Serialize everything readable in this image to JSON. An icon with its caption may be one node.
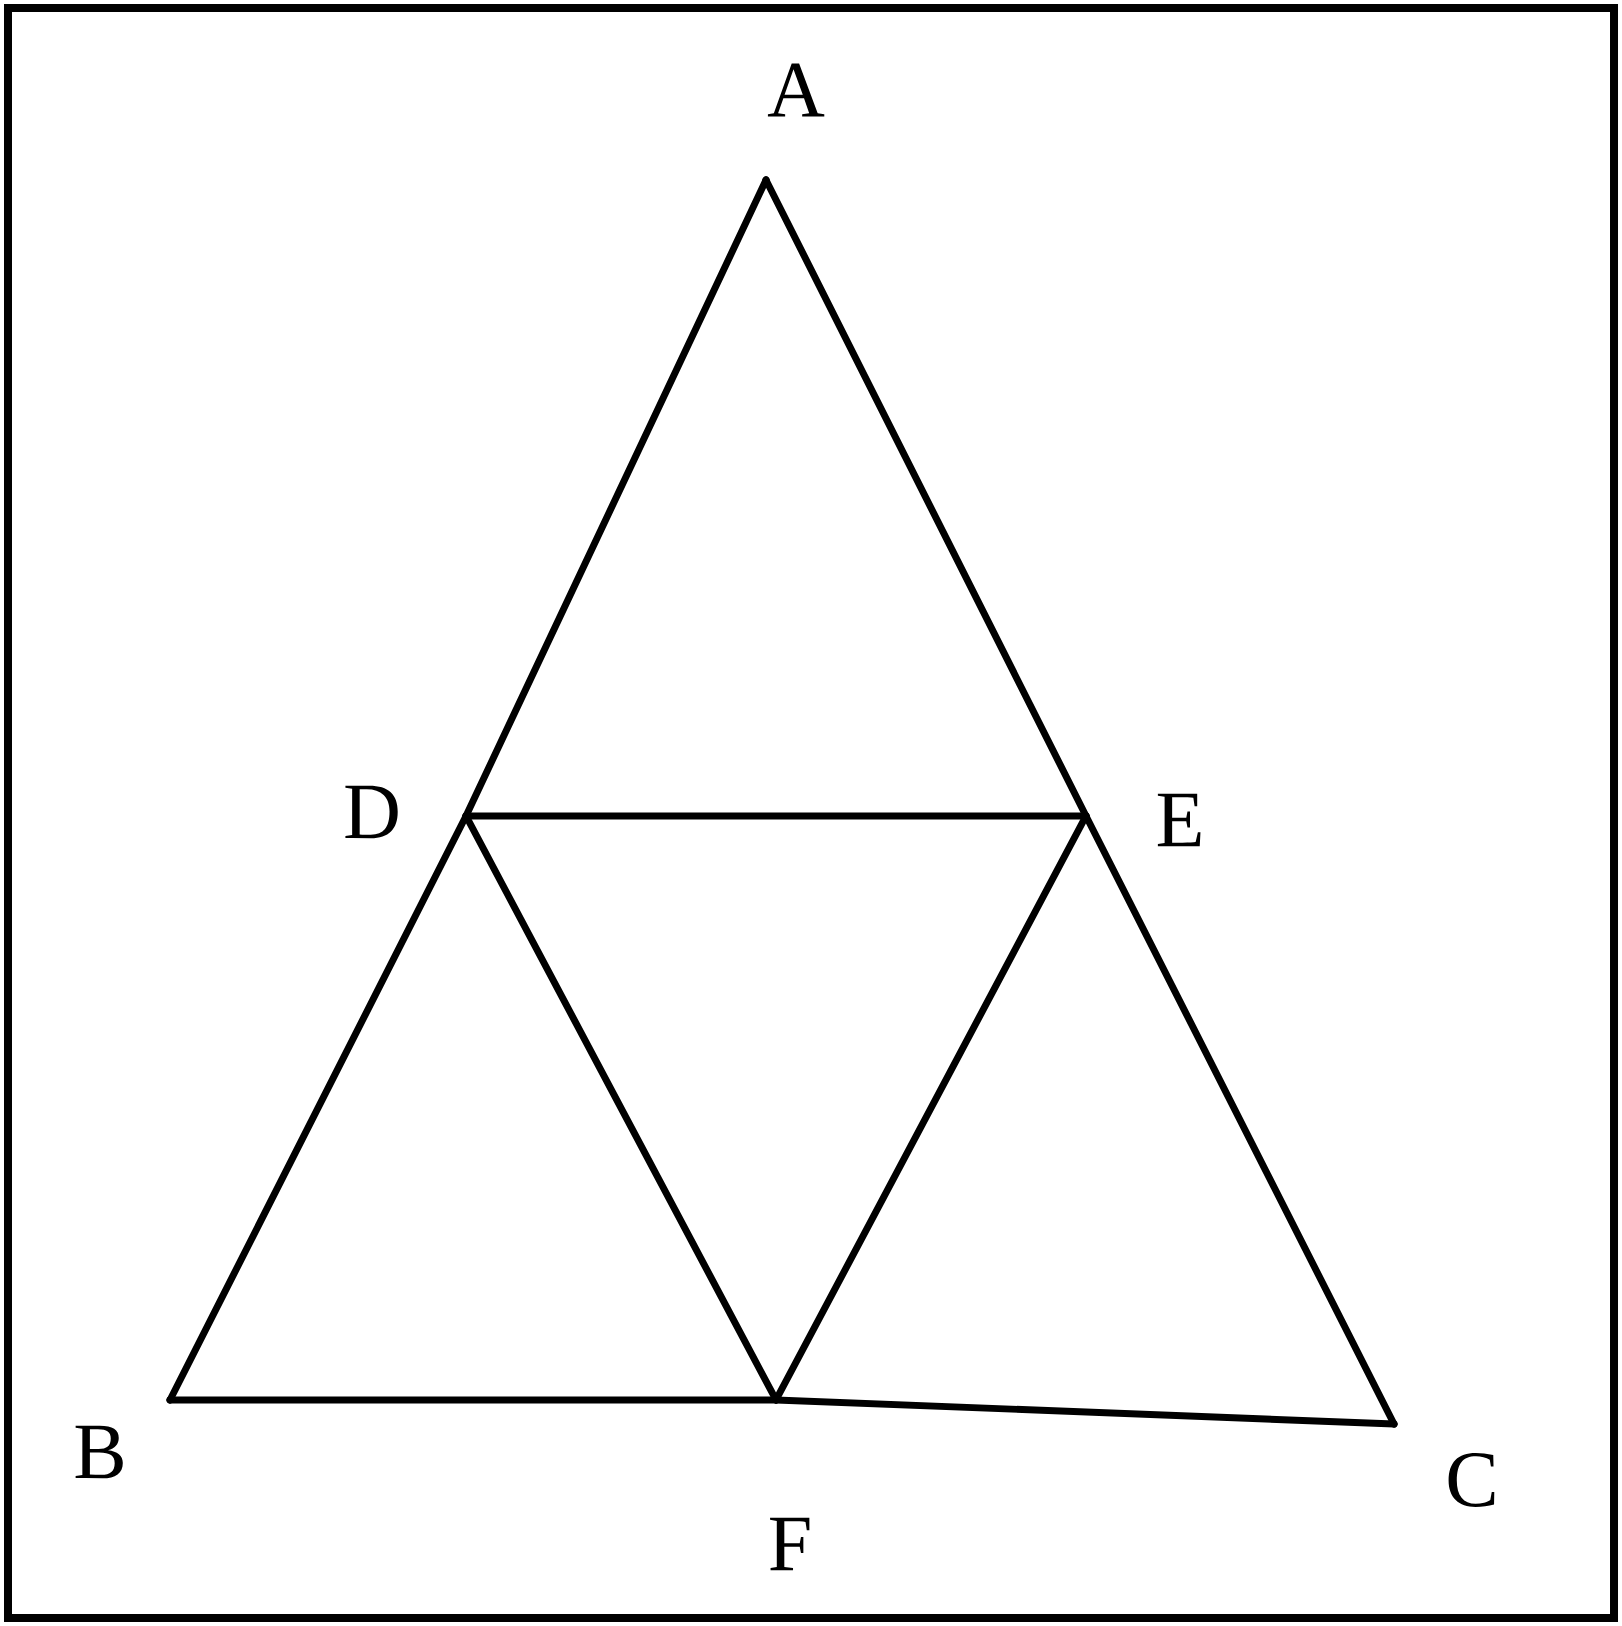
{
  "diagram": {
    "nodes": [
      {
        "text": [],
        "shape": "point",
        "beside": [
          "A"
        ]
      },
      {
        "text": [],
        "shape": "point",
        "beside": [
          "B"
        ]
      },
      {
        "text": [],
        "shape": "point",
        "beside": [
          "C"
        ]
      },
      {
        "text": [],
        "shape": "point",
        "beside": [
          "D"
        ]
      },
      {
        "text": [],
        "shape": "point",
        "beside": [
          "E"
        ]
      },
      {
        "text": [],
        "shape": "point",
        "beside": [
          "F"
        ]
      }
    ],
    "edges": [
      {
        "from": 0,
        "to": 3,
        "arrow": "none"
      },
      {
        "from": 3,
        "to": 1,
        "arrow": "none"
      },
      {
        "from": 0,
        "to": 4,
        "arrow": "none"
      },
      {
        "from": 4,
        "to": 2,
        "arrow": "none"
      },
      {
        "from": 1,
        "to": 5,
        "arrow": "none"
      },
      {
        "from": 5,
        "to": 2,
        "arrow": "none"
      },
      {
        "from": 3,
        "to": 4,
        "arrow": "none"
      },
      {
        "from": 3,
        "to": 5,
        "arrow": "none"
      },
      {
        "from": 4,
        "to": 5,
        "arrow": "none"
      }
    ]
  }
}
